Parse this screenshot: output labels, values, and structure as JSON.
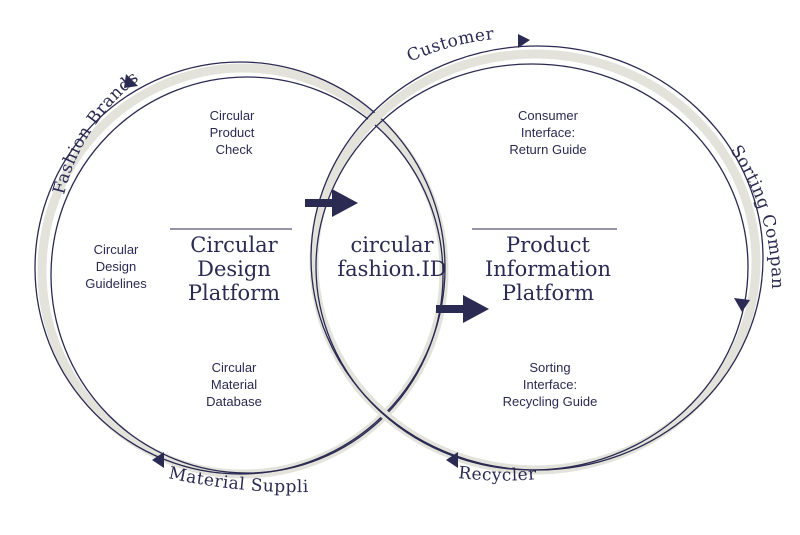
{
  "diagram": {
    "outer_labels": {
      "fashion_brands": "Fashion Brands",
      "customer": "Customer",
      "sorting_company": "Sorting Company",
      "recycler": "Recycler",
      "material_supplier": "Material Supplier"
    },
    "left_circle": {
      "title": [
        "Circular",
        "Design",
        "Platform"
      ],
      "items": {
        "product_check": [
          "Circular",
          "Product",
          "Check"
        ],
        "design_guidelines": [
          "Circular",
          "Design",
          "Guidelines"
        ],
        "material_database": [
          "Circular",
          "Material",
          "Database"
        ]
      }
    },
    "center": {
      "title": [
        "circular",
        "fashion.ID"
      ]
    },
    "right_circle": {
      "title": [
        "Product",
        "Information",
        "Platform"
      ],
      "items": {
        "consumer_interface": [
          "Consumer",
          "Interface:",
          "Return Guide"
        ],
        "sorting_interface": [
          "Sorting",
          "Interface:",
          "Recycling Guide"
        ]
      }
    },
    "colors": {
      "ink": "#2b2a52",
      "band": "#e3e3dc"
    }
  }
}
